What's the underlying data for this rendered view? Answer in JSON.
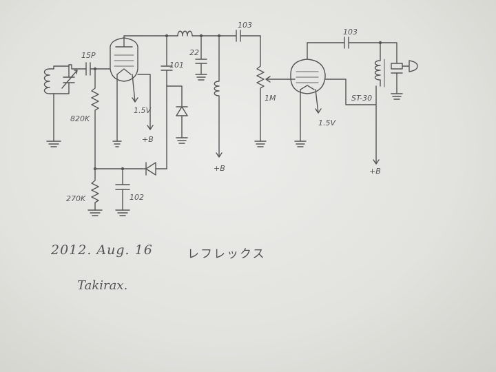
{
  "schematic": {
    "labels": {
      "c_input": "15P",
      "r_grid": "820K",
      "r_bias": "270K",
      "c_bypass": "102",
      "c_plate": "101",
      "c_tank": "22",
      "c_couple1": "103",
      "c_couple2": "103",
      "pot": "1M",
      "transformer": "ST-30",
      "filament1": "1.5V",
      "filament2": "1.5V",
      "supply1": "+B",
      "supply2": "+B",
      "supply3": "+B"
    }
  },
  "notes": {
    "date": "2012. Aug. 16",
    "title": "レフレックス",
    "author": "Takirax."
  }
}
